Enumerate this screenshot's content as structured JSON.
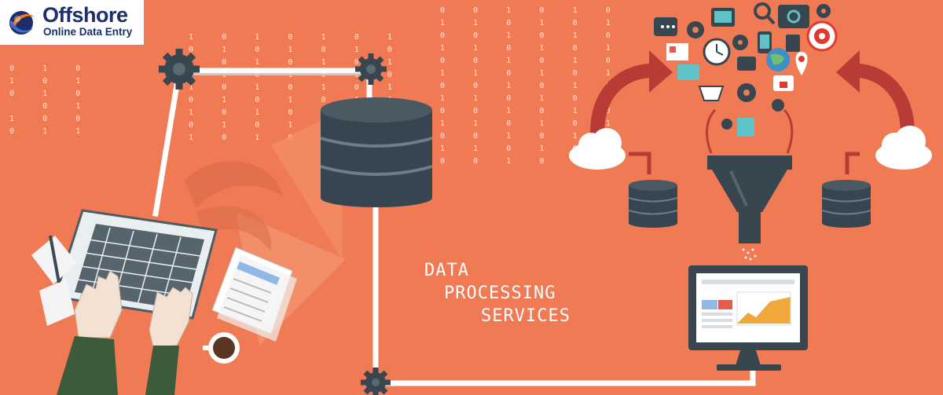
{
  "brand": {
    "title": "Offshore",
    "subtitle": "Online Data Entry"
  },
  "heading": {
    "line1": "DATA",
    "line2": "PROCESSING",
    "line3": "SERVICES"
  },
  "binary_rain": "0 1",
  "colors": {
    "background": "#ef7a53",
    "dark": "#36454f",
    "line": "#ffffff",
    "arrow": "#b83b36",
    "brand_blue": "#1c2f6b",
    "brand_orange": "#f07a23"
  },
  "icons": [
    "gear-icon",
    "database-icon",
    "laptop-icon",
    "funnel-icon",
    "cloud-icon",
    "monitor-icon",
    "arrow-icon",
    "coffee-cup-icon",
    "document-icon",
    "envelope-icon"
  ]
}
